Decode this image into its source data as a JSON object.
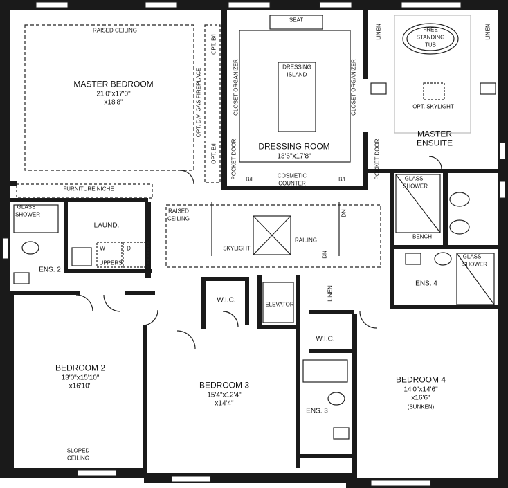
{
  "rooms": {
    "master_bedroom": {
      "name": "MASTER BEDROOM",
      "dim1": "21'0\"x17'0\"",
      "dim2": "x18'8\""
    },
    "raised_ceiling_master": "RAISED CEILING",
    "dressing_room": {
      "name": "DRESSING ROOM",
      "dim": "13'6\"x17'8\""
    },
    "dressing_island": {
      "line1": "DRESSING",
      "line2": "ISLAND"
    },
    "seat": "SEAT",
    "master_ensuite": {
      "line1": "MASTER",
      "line2": "ENSUITE"
    },
    "free_standing_tub": {
      "line1": "FREE",
      "line2": "STANDING",
      "line3": "TUB"
    },
    "opt_skylight": "OPT. SKYLIGHT",
    "furniture_niche": "FURNITURE NICHE",
    "laund": "LAUND.",
    "ens2": "ENS. 2",
    "ens3": "ENS. 3",
    "ens4": "ENS. 4",
    "wic_left": "W.I.C.",
    "wic_right": "W.I.C.",
    "elevator": "ELEVATOR",
    "linen_hall": "LINEN",
    "bedroom2": {
      "name": "BEDROOM 2",
      "dim1": "13'0\"x15'10\"",
      "dim2": "x16'10\""
    },
    "bedroom3": {
      "name": "BEDROOM 3",
      "dim1": "15'4\"x12'4\"",
      "dim2": "x14'4\""
    },
    "bedroom4": {
      "name": "BEDROOM 4",
      "dim1": "14'0\"x14'6\"",
      "dim2": "x16'6\"",
      "note": "(SUNKEN)"
    },
    "raised_ceiling_hall": {
      "line1": "RAISED",
      "line2": "CEILING"
    },
    "skylight": "SKYLIGHT",
    "railing": "RAILING",
    "dn1": "DN",
    "dn2": "DN",
    "sloped_ceiling": {
      "line1": "SLOPED",
      "line2": "CEILING"
    },
    "cosmetic_counter": {
      "line1": "COSMETIC",
      "line2": "COUNTER"
    },
    "bi_left": "B/I",
    "bi_right": "B/I",
    "glass_shower_ens2": {
      "line1": "GLASS",
      "line2": "SHOWER"
    },
    "glass_shower_master": {
      "line1": "GLASS",
      "line2": "SHOWER"
    },
    "glass_shower_ens4": {
      "line1": "GLASS",
      "line2": "SHOWER"
    },
    "bench": "BENCH",
    "uppers": "UPPERS",
    "w": "W",
    "d": "D",
    "closet_org_left": "CLOSET ORGANIZER",
    "closet_org_right": "CLOSET ORGANIZER",
    "pocket_door_left": "POCKET DOOR",
    "pocket_door_right": "POCKET DOOR",
    "opt_bi_top": "OPT. B/I",
    "opt_bi_bottom": "OPT. B/I",
    "opt_fireplace": "OPT. D.V. GAS FIREPLACE",
    "linen_ensuite_left": "LINEN",
    "linen_ensuite_right": "LINEN"
  }
}
